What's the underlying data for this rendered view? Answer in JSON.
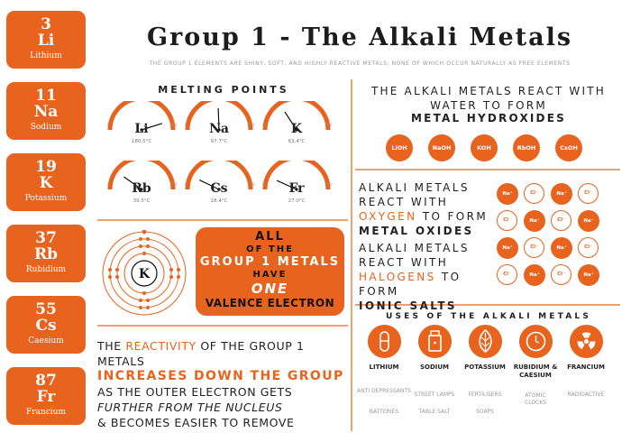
{
  "colors": {
    "accent": "#e8631e",
    "accent_light": "#f0a173",
    "text": "#222222",
    "muted": "#999999"
  },
  "title": "Group 1 - The Alkali Metals",
  "subtitle": "THE GROUP 1 ELEMENTS ARE SHINY, SOFT, AND HIGHLY REACTIVE METALS, NONE OF WHICH OCCUR NATURALLY AS FREE ELEMENTS",
  "elements": [
    {
      "number": "3",
      "symbol": "Li",
      "name": "Lithium"
    },
    {
      "number": "11",
      "symbol": "Na",
      "name": "Sodium"
    },
    {
      "number": "19",
      "symbol": "K",
      "name": "Potassium"
    },
    {
      "number": "37",
      "symbol": "Rb",
      "name": "Rubidium"
    },
    {
      "number": "55",
      "symbol": "Cs",
      "name": "Caesium"
    },
    {
      "number": "87",
      "symbol": "Fr",
      "name": "Francium"
    }
  ],
  "melting": {
    "title": "MELTING POINTS",
    "scale_min": "0",
    "scale_max": "200",
    "gauges": [
      {
        "symbol": "Li",
        "value": "180.5°C",
        "celsius": 180.5
      },
      {
        "symbol": "Na",
        "value": "97.7°C",
        "celsius": 97.7
      },
      {
        "symbol": "K",
        "value": "63.4°C",
        "celsius": 63.4
      },
      {
        "symbol": "Rb",
        "value": "39.5°C",
        "celsius": 39.5
      },
      {
        "symbol": "Cs",
        "value": "28.4°C",
        "celsius": 28.4
      },
      {
        "symbol": "Fr",
        "value": "27.0°C",
        "celsius": 27.0
      }
    ]
  },
  "atom_symbol": "K",
  "valence": {
    "l1": "ALL",
    "l2": "OF THE",
    "l3": "GROUP 1 METALS",
    "l4": "HAVE",
    "l5": "ONE",
    "l6": "VALENCE ELECTRON"
  },
  "reactivity": {
    "a": "THE ",
    "b": "REACTIVITY",
    "c": " OF THE GROUP 1 METALS",
    "d": "INCREASES DOWN THE GROUP",
    "e": "AS THE OUTER ELECTRON GETS",
    "f": "FURTHER FROM THE NUCLEUS",
    "g": "& BECOMES EASIER TO REMOVE"
  },
  "hydroxides": {
    "line1": "THE ALKALI METALS REACT WITH",
    "line2": "WATER TO FORM",
    "line3": "METAL HYDROXIDES",
    "items": [
      "LiOH",
      "NaOH",
      "KOH",
      "RbOH",
      "CsOH"
    ]
  },
  "oxides": {
    "l1": "ALKALI METALS",
    "l2": "REACT WITH",
    "l3a": "OXYGEN",
    "l3b": " TO FORM",
    "l4": "METAL OXIDES"
  },
  "halogens": {
    "l1": "ALKALI METALS",
    "l2": "REACT WITH",
    "l3a": "HALOGENS",
    "l3b": " TO FORM",
    "l4": "IONIC SALTS"
  },
  "lattice": {
    "na": "Na⁺",
    "cl": "Cl⁻"
  },
  "uses": {
    "title": "USES OF THE ALKALI METALS",
    "items": [
      {
        "name": "LITHIUM",
        "icon": "pill-icon",
        "d1": "ANTI DEPRESSANTS",
        "d2": "BATTERIES"
      },
      {
        "name": "SODIUM",
        "icon": "salt-shaker-icon",
        "d1": "STREET LAMPS",
        "d2": "TABLE SALT"
      },
      {
        "name": "POTASSIUM",
        "icon": "leaf-icon",
        "d1": "FERTILISERS",
        "d2": "SOAPS"
      },
      {
        "name": "RUBIDIUM & CAESIUM",
        "icon": "clock-icon",
        "d1": "ATOMIC CLOCKS",
        "d2": ""
      },
      {
        "name": "FRANCIUM",
        "icon": "radiation-icon",
        "d1": "RADIOACTIVE",
        "d2": ""
      }
    ]
  }
}
